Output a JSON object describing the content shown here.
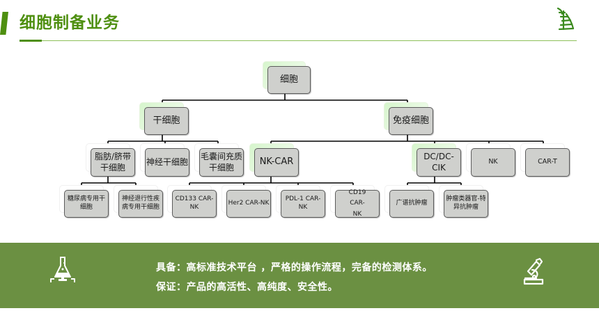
{
  "header": {
    "title": "细胞制备业务",
    "accent_color": "#4e8f10",
    "logo_icon": "company-logo-icon"
  },
  "diagram": {
    "root": {
      "label": "细胞"
    },
    "level1": [
      {
        "label": "干细胞"
      },
      {
        "label": "免疫细胞"
      }
    ],
    "stem_children": [
      {
        "label": "脂肪/脐带干细胞"
      },
      {
        "label": "神经干细胞"
      },
      {
        "label": "毛囊间充质干细胞"
      }
    ],
    "immune_children": [
      {
        "label": "NK-CAR"
      },
      {
        "label": "DC/DC-CIK"
      },
      {
        "label": "NK"
      },
      {
        "label": "CAR-T"
      }
    ],
    "fat_children": [
      {
        "label": "糖尿病专用干细胞"
      },
      {
        "label": "神经退行性疾病专用干细胞"
      }
    ],
    "nkcar_children": [
      {
        "label": "CD133 CAR-NK"
      },
      {
        "label": "Her2 CAR-NK"
      },
      {
        "label": "PDL-1 CAR-NK"
      },
      {
        "label": "CD19 CAR-NK"
      }
    ],
    "dc_children": [
      {
        "label": "广谱抗肿瘤"
      },
      {
        "label": "肿瘤类器官-特异抗肿瘤"
      }
    ]
  },
  "band": {
    "line1": "具备：高标准技术平台 ，严格的操作流程，完备的检测体系。",
    "line2": "保证：产品的高活性、高纯度、安全性。",
    "left_icon": "flask-icon",
    "right_icon": "microscope-icon",
    "background_color": "#6b9042"
  }
}
